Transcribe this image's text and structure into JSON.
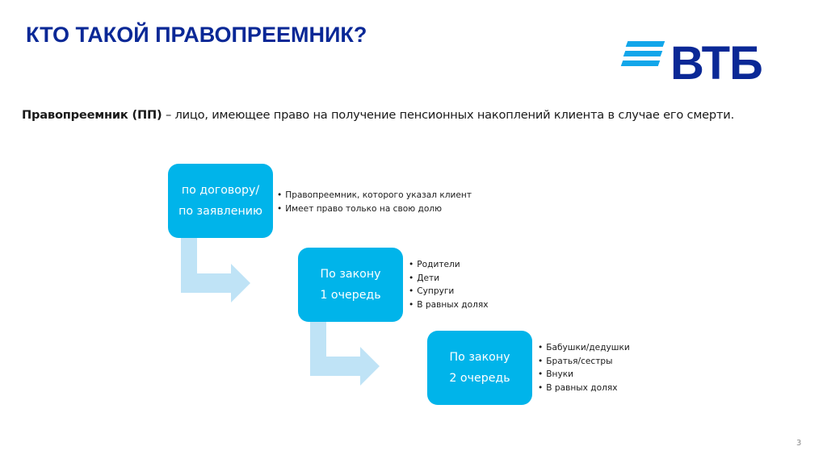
{
  "slide": {
    "title": "КТО ТАКОЙ ПРАВОПРЕЕМНИК?",
    "page_number": "3"
  },
  "logo": {
    "text": "ВТБ",
    "icon": "vtb-stripes-icon",
    "colors": {
      "stripes": "#12a6ea",
      "wordmark": "#0a2896"
    }
  },
  "definition": {
    "term": "Правопреемник (ПП)",
    "text": " – лицо, имеющее право на получение пенсионных накоплений клиента в случае его смерти."
  },
  "flow": {
    "box_color": "#00b4ea",
    "arrow_color": "#bfe3f6",
    "steps": [
      {
        "line1": "по договору/",
        "line2": "по заявлению",
        "bullets": [
          "Правопреемник, которого указал клиент",
          "Имеет право только на свою долю"
        ]
      },
      {
        "line1": "По закону",
        "line2": "1 очередь",
        "bullets": [
          "Родители",
          "Дети",
          "Супруги",
          "В равных долях"
        ]
      },
      {
        "line1": "По закону",
        "line2": "2 очередь",
        "bullets": [
          "Бабушки/дедушки",
          "Братья/сестры",
          "Внуки",
          "В равных долях"
        ]
      }
    ]
  }
}
